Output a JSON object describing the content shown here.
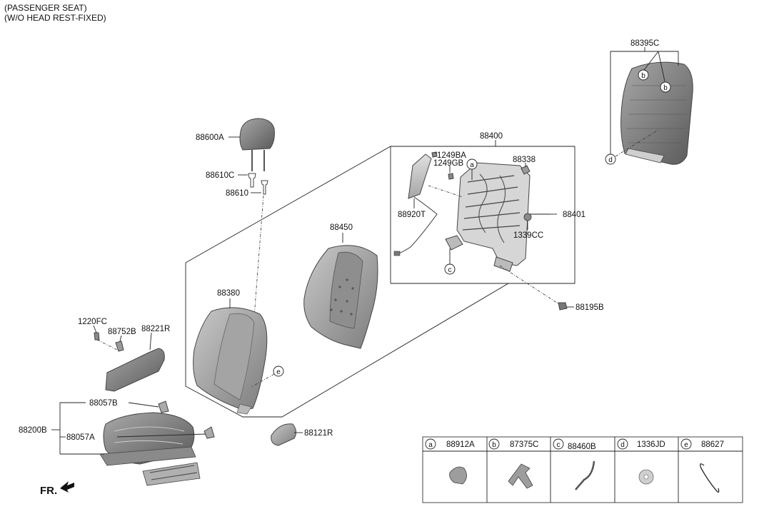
{
  "header": {
    "line1": "(PASSENGER SEAT)",
    "line2": "(W/O HEAD REST-FIXED)"
  },
  "parts": {
    "p88395C": "88395C",
    "p88600A": "88600A",
    "p88610C": "88610C",
    "p88610": "88610",
    "p88400": "88400",
    "p1249BA": "1249BA",
    "p1249GB": "1249GB",
    "p88338": "88338",
    "p88920T": "88920T",
    "p88401": "88401",
    "p1339CC": "1339CC",
    "p88450": "88450",
    "p88380": "88380",
    "p88195B": "88195B",
    "p1220FC": "1220FC",
    "p88752B": "88752B",
    "p88221R": "88221R",
    "p88057B": "88057B",
    "p88200B": "88200B",
    "p88057A": "88057A",
    "p88121R": "88121R"
  },
  "callouts": {
    "a": "a",
    "b": "b",
    "c": "c",
    "d": "d",
    "e": "e"
  },
  "legend": [
    {
      "letter": "a",
      "part": "88912A"
    },
    {
      "letter": "b",
      "part": "87375C"
    },
    {
      "letter": "c",
      "part": "88460B"
    },
    {
      "letter": "d",
      "part": "1336JD"
    },
    {
      "letter": "e",
      "part": "88627"
    }
  ],
  "direction_label": "FR."
}
